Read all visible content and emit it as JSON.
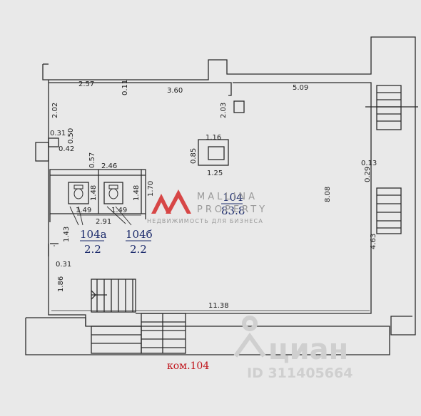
{
  "colors": {
    "paper": "#e9e9e9",
    "line": "#2b2b2b",
    "room_text": "#1b2a6b",
    "caption": "#c0151c",
    "watermark_red": "#d42a2a",
    "watermark_grey": "#9a9a9a",
    "cian_watermark": "#cfcfcf"
  },
  "icons": [
    "toilet-icon",
    "door-swing-icon",
    "stair-icon",
    "mallina-logo-icon",
    "cian-logo-icon"
  ],
  "dimensions": {
    "d_2_57": "2.57",
    "d_0_11": "0.11",
    "d_3_60": "3.60",
    "d_5_09": "5.09",
    "d_2_02": "2.02",
    "d_2_03": "2.03",
    "d_0_31_top": "0.31",
    "d_0_50": "0.50",
    "d_0_42": "0.42",
    "d_0_57": "0.57",
    "d_2_46": "2.46",
    "d_1_16": "1.16",
    "d_0_85": "0.85",
    "d_1_25": "1.25",
    "d_0_13": "0.13",
    "d_0_29": "0.29",
    "d_1_48_a": "1.48",
    "d_1_48_b": "1.48",
    "d_1_70": "1.70",
    "d_1_49_a": "1.49",
    "d_1_49_b": "1.49",
    "d_2_91": "2.91",
    "d_1_43": "1.43",
    "d_8_08": "8.08",
    "d_4_63": "4.63",
    "d_0_31_low": "0.31",
    "d_1_86": "1.86",
    "d_11_38": "11.38"
  },
  "rooms": {
    "main_number": "104",
    "main_area": "83.8",
    "wc_a_number": "104a",
    "wc_a_area": "2.2",
    "wc_b_number": "104б",
    "wc_b_area": "2.2"
  },
  "caption": "ком.104",
  "watermark": {
    "brand": "MALLINA",
    "brand2": "PROPERTY",
    "tagline": "НЕДВИЖИМОСТЬ ДЛЯ БИЗНЕСА",
    "cian": "циан",
    "cian_id": "ID 311405664"
  }
}
